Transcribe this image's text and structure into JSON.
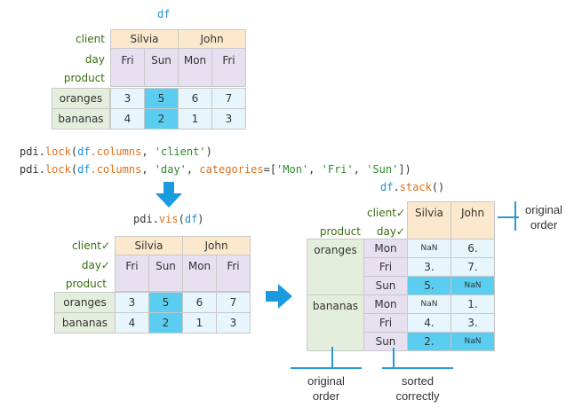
{
  "top": {
    "title": "df",
    "labels": {
      "client": "client",
      "day": "day",
      "product": "product"
    },
    "clients": [
      "Silvia",
      "John"
    ],
    "days": [
      "Fri",
      "Sun",
      "Mon",
      "Fri"
    ],
    "rows": [
      {
        "label": "oranges",
        "values": [
          "3",
          "5",
          "6",
          "7"
        ]
      },
      {
        "label": "bananas",
        "values": [
          "4",
          "2",
          "1",
          "3"
        ]
      }
    ]
  },
  "code": {
    "line1": {
      "obj": "pdi",
      "dot": ".",
      "func": "lock",
      "open": "(",
      "arg": "df",
      "attr": ".columns",
      "sep": ", ",
      "str": "'client'",
      "close": ")"
    },
    "line2": {
      "obj": "pdi",
      "dot": ".",
      "func": "lock",
      "open": "(",
      "arg": "df",
      "attr": ".columns",
      "sep": ", ",
      "str": "'day'",
      "sep2": ", ",
      "kw": "categories",
      "eq": "=[",
      "c1": "'Mon'",
      "c2": "'Fri'",
      "c3": "'Sun'",
      "comma": ", ",
      "end": "])"
    }
  },
  "vis": {
    "caption_obj": "pdi",
    "caption_dot": ".",
    "caption_func": "vis",
    "caption_open": "(",
    "caption_arg": "df",
    "caption_close": ")",
    "labels": {
      "client": "client✓",
      "day": "day✓",
      "product": "product"
    },
    "clients": [
      "Silvia",
      "John"
    ],
    "days": [
      "Fri",
      "Sun",
      "Mon",
      "Fri"
    ],
    "rows": [
      {
        "label": "oranges",
        "values": [
          "3",
          "5",
          "6",
          "7"
        ]
      },
      {
        "label": "bananas",
        "values": [
          "4",
          "2",
          "1",
          "3"
        ]
      }
    ]
  },
  "stack": {
    "title_obj": "df",
    "title_dot": ".",
    "title_func": "stack",
    "title_paren": "()",
    "labels": {
      "client": "client✓",
      "day": "day✓",
      "product": "product"
    },
    "clients": [
      "Silvia",
      "John"
    ],
    "groups": [
      "oranges",
      "bananas"
    ],
    "rows": [
      {
        "day": "Mon",
        "values": [
          "NaN",
          "6."
        ]
      },
      {
        "day": "Fri",
        "values": [
          "3.",
          "7."
        ]
      },
      {
        "day": "Sun",
        "values": [
          "5.",
          "NaN"
        ]
      },
      {
        "day": "Mon",
        "values": [
          "NaN",
          "1."
        ]
      },
      {
        "day": "Fri",
        "values": [
          "4.",
          "3."
        ]
      },
      {
        "day": "Sun",
        "values": [
          "2.",
          "NaN"
        ]
      }
    ]
  },
  "notes": {
    "original_order_right": [
      "original",
      "order"
    ],
    "original_order_bottom": [
      "original",
      "order"
    ],
    "sorted_correctly": [
      "sorted",
      "correctly"
    ]
  },
  "colors": {
    "header": "#fce9cd",
    "level": "#e6e0f0",
    "index": "#e4eedc",
    "light": "#e6f6fc",
    "highlight": "#5bcdf0",
    "arrow": "#1a9be0",
    "label": "#3b6d11"
  }
}
